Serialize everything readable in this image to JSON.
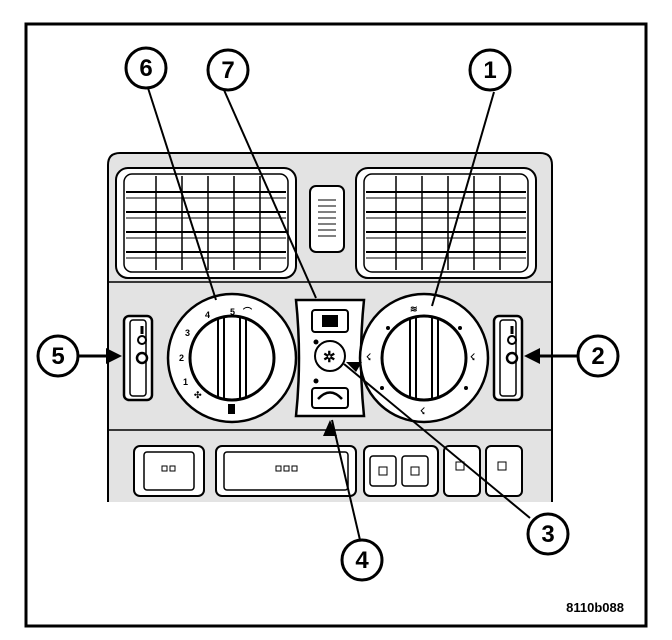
{
  "figure": {
    "reference_code": "8110b088",
    "callouts": [
      "1",
      "2",
      "3",
      "4",
      "5",
      "6",
      "7"
    ],
    "fan_speed_marks": [
      "1",
      "2",
      "3",
      "4",
      "5"
    ],
    "colors": {
      "ink": "#000000",
      "paper": "#ffffff",
      "panel_shade": "#d8d8d8"
    }
  }
}
